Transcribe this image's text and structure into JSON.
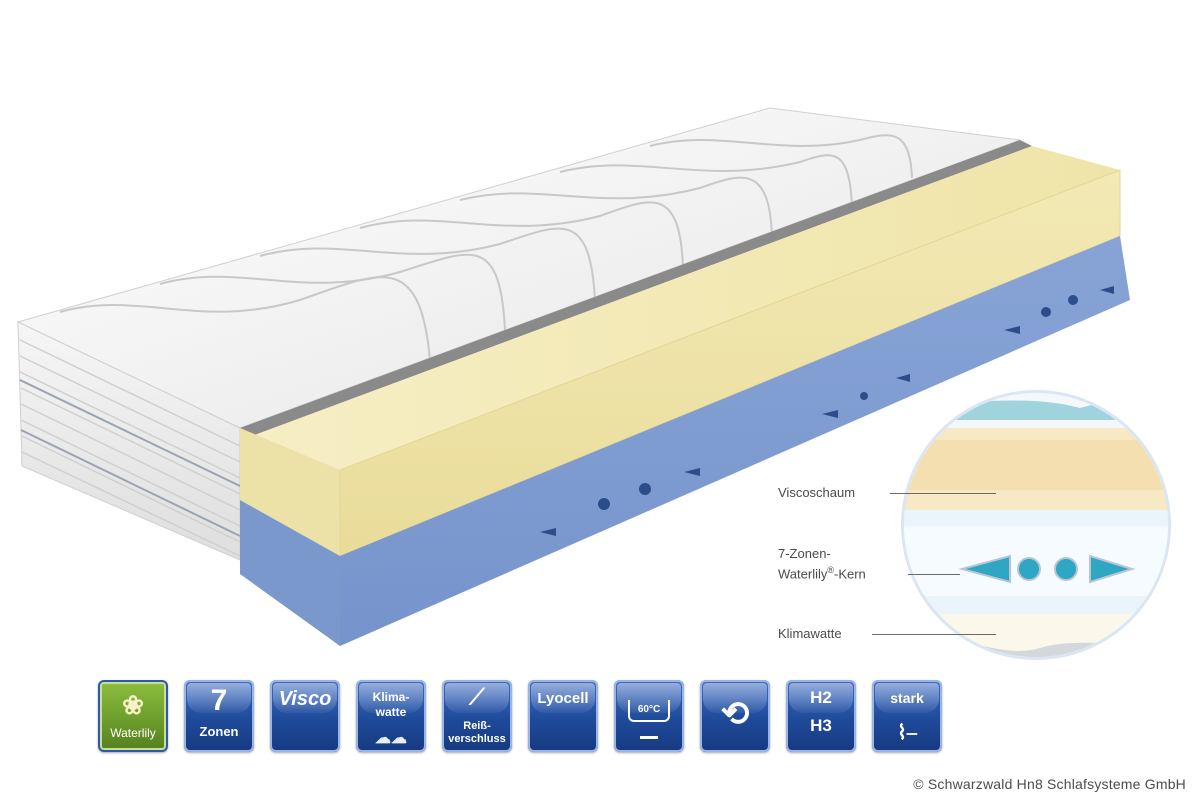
{
  "labels": {
    "viscoschaum": "Viscoschaum",
    "kern_line1": "7-Zonen-",
    "kern_line2": "Waterlily",
    "kern_reg": "®",
    "kern_suffix": "-Kern",
    "klimawatte": "Klimawatte"
  },
  "icons": [
    {
      "id": "waterlily",
      "icon": "lotus-icon",
      "text": [
        "Waterlily"
      ]
    },
    {
      "id": "7zonen",
      "icon": "zones-icon",
      "text": [
        "7",
        "Zonen"
      ]
    },
    {
      "id": "visco",
      "icon": "visco-icon",
      "text": [
        "Visco"
      ]
    },
    {
      "id": "klimawatte",
      "icon": "klimawatte-icon",
      "text": [
        "Klima-",
        "watte"
      ]
    },
    {
      "id": "reissverschluss",
      "icon": "zipper-icon",
      "text": [
        "Reiß-",
        "verschluss"
      ]
    },
    {
      "id": "lyocell",
      "icon": "lyocell-icon",
      "text": [
        "Lyocell"
      ]
    },
    {
      "id": "waschen",
      "icon": "wash-60-icon",
      "text": [
        "60°C"
      ]
    },
    {
      "id": "wenden",
      "icon": "turn-mattress-icon",
      "text": []
    },
    {
      "id": "haerte",
      "icon": "firmness-icon",
      "text": [
        "H2",
        "H3"
      ]
    },
    {
      "id": "stark",
      "icon": "adjustable-frame-icon",
      "text": [
        "stark"
      ]
    }
  ],
  "copyright": "© Schwarzwald Hn8 Schlafsysteme GmbH",
  "colors": {
    "visco_layer": "#f4ecbf",
    "core_layer": "#8fa9d6",
    "cover": "#f2f2f2",
    "icon_blue": "#1f4a9a",
    "icon_green": "#7aaa33"
  }
}
